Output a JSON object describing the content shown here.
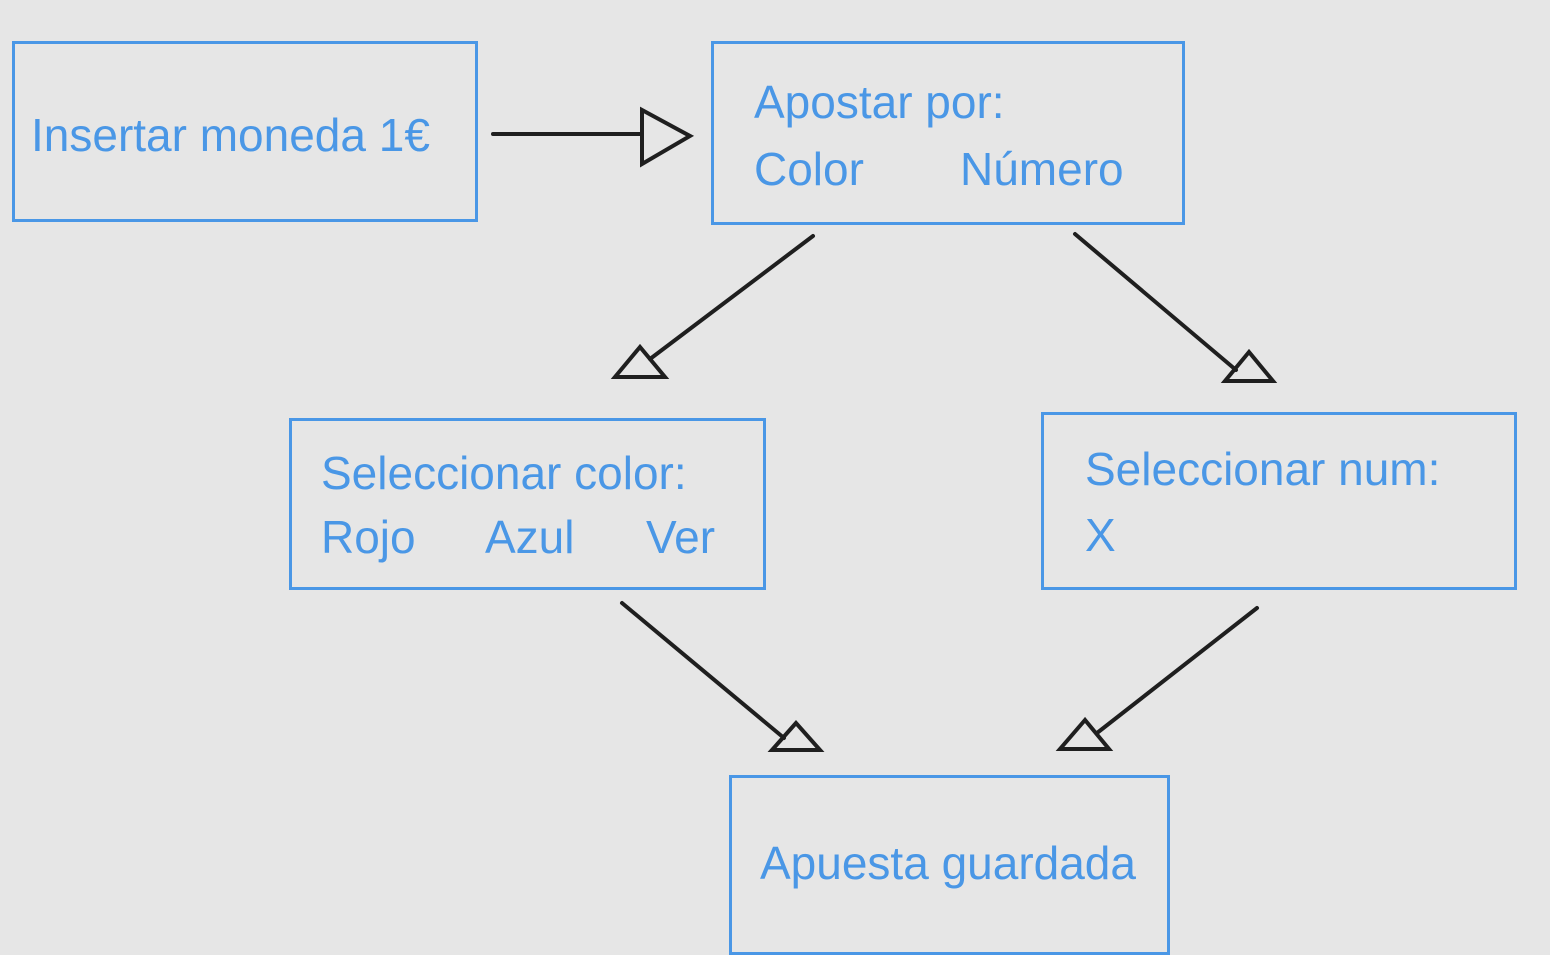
{
  "colors": {
    "background": "#e6e6e6",
    "node_border": "#4a97e6",
    "node_text": "#4a97e6",
    "edge": "#1f1f1f"
  },
  "nodes": {
    "insert_coin": {
      "label": "Insertar moneda 1€"
    },
    "bet_on": {
      "title": "Apostar por:",
      "options": [
        "Color",
        "Número"
      ]
    },
    "select_color": {
      "title": "Seleccionar color:",
      "options": [
        "Rojo",
        "Azul",
        "Ver"
      ]
    },
    "select_number": {
      "title": "Seleccionar num:",
      "value": "X"
    },
    "bet_saved": {
      "label": "Apuesta guardada"
    }
  },
  "edges": [
    {
      "from": "insert_coin",
      "to": "bet_on"
    },
    {
      "from": "bet_on",
      "to": "select_color"
    },
    {
      "from": "bet_on",
      "to": "select_number"
    },
    {
      "from": "select_color",
      "to": "bet_saved"
    },
    {
      "from": "select_number",
      "to": "bet_saved"
    }
  ]
}
